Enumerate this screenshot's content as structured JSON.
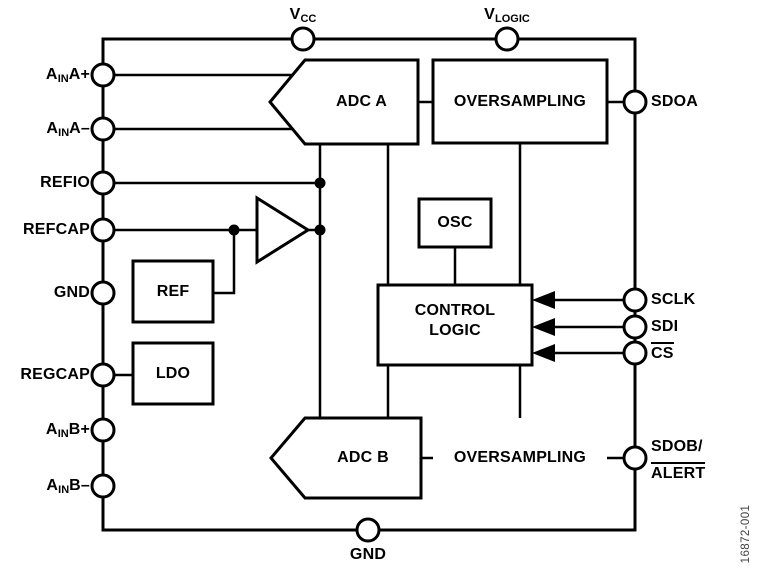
{
  "figure_number": "16872-001",
  "pins": {
    "top": [
      {
        "pre": "V",
        "sub": "CC",
        "post": ""
      },
      {
        "pre": "V",
        "sub": "LOGIC",
        "post": ""
      }
    ],
    "left": [
      {
        "pre": "A",
        "sub": "IN",
        "post": "A+"
      },
      {
        "pre": "A",
        "sub": "IN",
        "post": "A–"
      },
      {
        "pre": "REFIO",
        "sub": "",
        "post": ""
      },
      {
        "pre": "REFCAP",
        "sub": "",
        "post": ""
      },
      {
        "pre": "GND",
        "sub": "",
        "post": ""
      },
      {
        "pre": "REGCAP",
        "sub": "",
        "post": ""
      },
      {
        "pre": "A",
        "sub": "IN",
        "post": "B+"
      },
      {
        "pre": "A",
        "sub": "IN",
        "post": "B–"
      }
    ],
    "right": [
      {
        "label": "SDOA"
      },
      {
        "label": "SCLK"
      },
      {
        "label": "SDI"
      },
      {
        "label": "CS"
      },
      {
        "line1": "SDOB/",
        "line2": "ALERT"
      }
    ],
    "bottom": [
      {
        "label": "GND"
      }
    ]
  },
  "blocks": {
    "adc_a": "ADC A",
    "oversampling_a": "OVERSAMPLING",
    "osc": "OSC",
    "control_logic": {
      "line1": "CONTROL",
      "line2": "LOGIC"
    },
    "ref": "REF",
    "ldo": "LDO",
    "adc_b": "ADC B",
    "oversampling_b": "OVERSAMPLING"
  },
  "colors": {
    "line": "#000000",
    "background": "#ffffff",
    "figure_number_color": "#444444"
  }
}
